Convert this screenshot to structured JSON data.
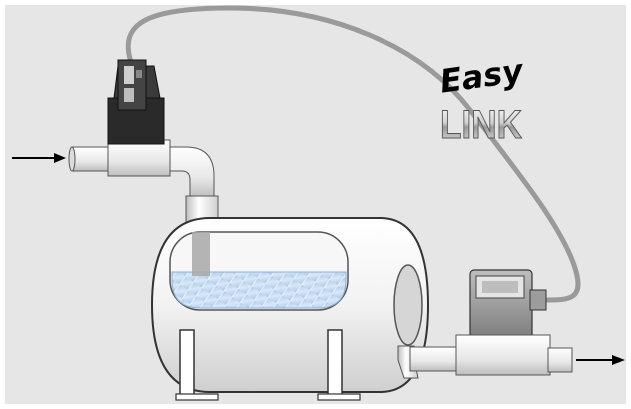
{
  "diagram": {
    "logo": {
      "line1": "Easy",
      "line2": "LINK"
    },
    "colors": {
      "background": "#ffffff",
      "panel": "#e6e6e6",
      "cable": "#9a9a9a",
      "water": "#bcd6f0",
      "valve_body": "#2a2a2a",
      "arrow": "#000000"
    },
    "components": [
      {
        "id": "inlet-arrow",
        "type": "flow-arrow"
      },
      {
        "id": "solenoid-valve",
        "type": "valve"
      },
      {
        "id": "pressure-tank",
        "type": "tank"
      },
      {
        "id": "flow-meter",
        "type": "meter"
      },
      {
        "id": "outlet-arrow",
        "type": "flow-arrow"
      },
      {
        "id": "signal-cable",
        "type": "cable"
      }
    ]
  }
}
